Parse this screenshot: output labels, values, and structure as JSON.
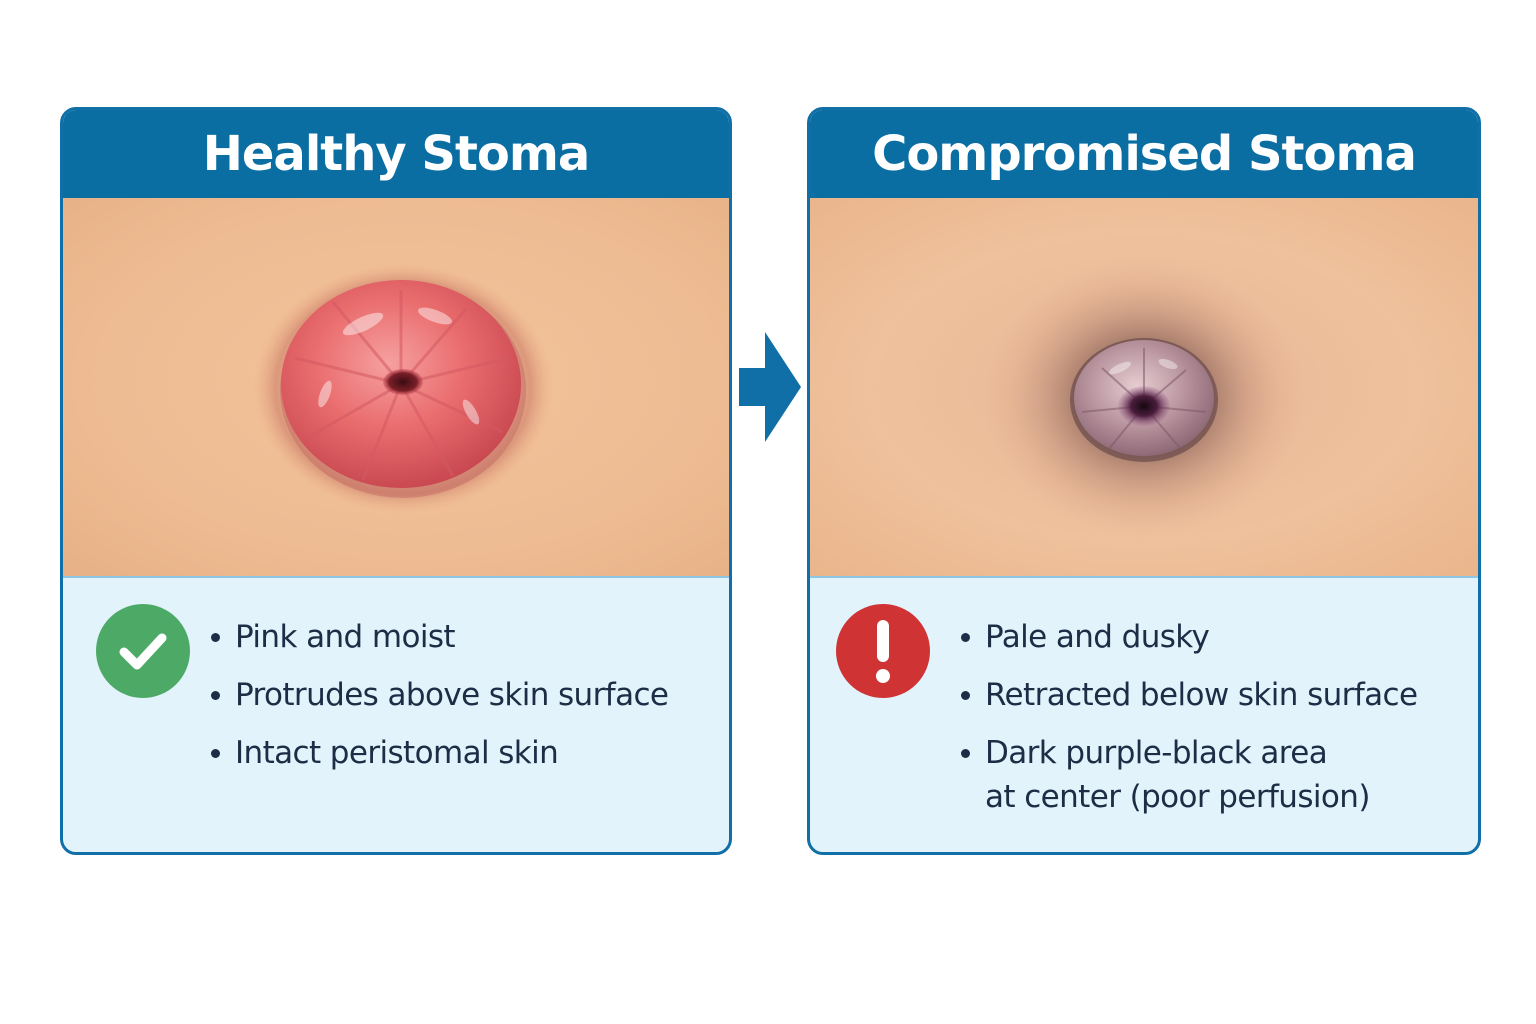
{
  "colors": {
    "header_blue": "#0b6ea3",
    "panel_bg": "#e3f3fc",
    "healthy_green": "#4daa66",
    "alert_red": "#cf3333",
    "text_dark": "#1c2d45"
  },
  "panels": {
    "healthy": {
      "title": "Healthy Stoma",
      "icon": "check-icon",
      "bullets": [
        "Pink and moist",
        "Protrudes above skin surface",
        "Intact peristomal skin"
      ]
    },
    "compromised": {
      "title": "Compromised Stoma",
      "icon": "exclamation-icon",
      "bullets": [
        "Pale and dusky",
        "Retracted below skin surface",
        "Dark purple-black area",
        "at center (poor perfusion)"
      ]
    }
  },
  "transition_icon": "arrow-right-icon"
}
